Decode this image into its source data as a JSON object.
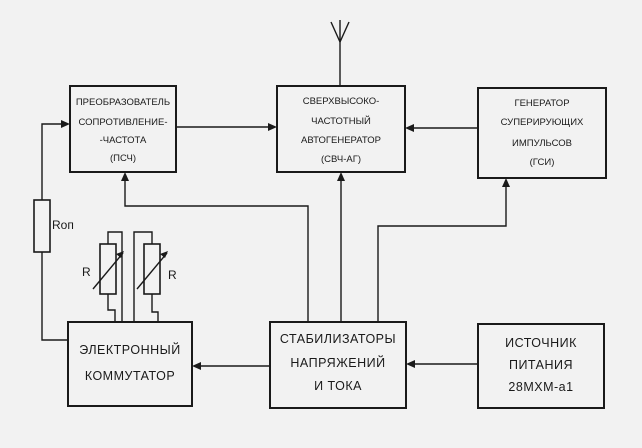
{
  "blocks": {
    "converter": {
      "lines": [
        "ПРЕОБРАЗОВАТЕЛЬ",
        "СОПРОТИВЛЕНИЕ-",
        "-ЧАСТОТА",
        "(ПСЧ)"
      ]
    },
    "microwave_generator": {
      "lines": [
        "СВЕРХВЫСОКО-",
        "ЧАСТОТНЫЙ",
        "АВТОГЕНЕРАТОР",
        "(СВЧ-АГ)"
      ]
    },
    "pulse_generator": {
      "lines": [
        "ГЕНЕРАТОР",
        "СУПЕРИРУЮЩИХ",
        "ИМПУЛЬСОВ",
        "(ГСИ)"
      ]
    },
    "electronic_switch": {
      "lines": [
        "ЭЛЕКТРОННЫЙ",
        "КОММУТАТОР"
      ]
    },
    "stabilizers": {
      "lines": [
        "СТАБИЛИЗАТОРЫ",
        "НАПРЯЖЕНИЙ",
        "И ТОКА"
      ]
    },
    "power_source": {
      "lines": [
        "ИСТОЧНИК",
        "ПИТАНИЯ",
        "28МХМ-а1"
      ]
    }
  },
  "labels": {
    "rop": "Rоп",
    "r_left": "R",
    "r_right": "R"
  }
}
